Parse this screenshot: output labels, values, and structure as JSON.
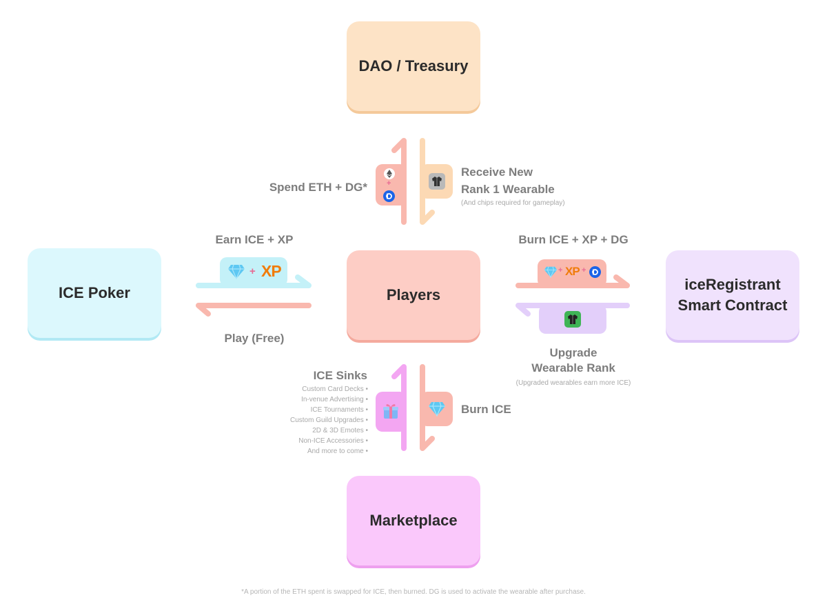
{
  "nodes": {
    "dao": "DAO / Treasury",
    "ice_poker": "ICE Poker",
    "players": "Players",
    "ice_registrant_line1": "iceRegistrant",
    "ice_registrant_line2": "Smart Contract",
    "marketplace": "Marketplace"
  },
  "flows": {
    "spend": "Spend ETH + DG*",
    "receive_line1": "Receive New",
    "receive_line2": "Rank 1 Wearable",
    "receive_note": "(And chips required for gameplay)",
    "earn": "Earn ICE + XP",
    "play": "Play (Free)",
    "burn_combo": "Burn ICE + XP + DG",
    "upgrade_line1": "Upgrade",
    "upgrade_line2": "Wearable Rank",
    "upgrade_note": "(Upgraded wearables earn more ICE)",
    "sinks_title": "ICE Sinks",
    "sinks": [
      "Custom Card Decks",
      "In-venue Advertising",
      "ICE Tournaments",
      "Custom Guild Upgrades",
      "2D & 3D Emotes",
      "Non-ICE Accessories",
      "And more to come"
    ],
    "burn_ice": "Burn ICE"
  },
  "tokens": {
    "xp": "XP",
    "plus": "+"
  },
  "footnote": "*A portion of the ETH spent is swapped for ICE, then burned. DG is used to activate the wearable after purchase.",
  "colors": {
    "dao": "#fde3c6",
    "ice_poker": "#dcf8fd",
    "players": "#fdcdc5",
    "registrant": "#f0e2fd",
    "marketplace": "#fac8fb",
    "salmon": "#f9b8ae",
    "peach": "#fcd9b4",
    "cyan": "#c4f1f8",
    "lavender": "#e3cffa",
    "pink": "#f2a8f2",
    "xp_orange": "#f07c0a",
    "dg_blue": "#1b64e8",
    "label_gray": "#7d7d7d"
  }
}
